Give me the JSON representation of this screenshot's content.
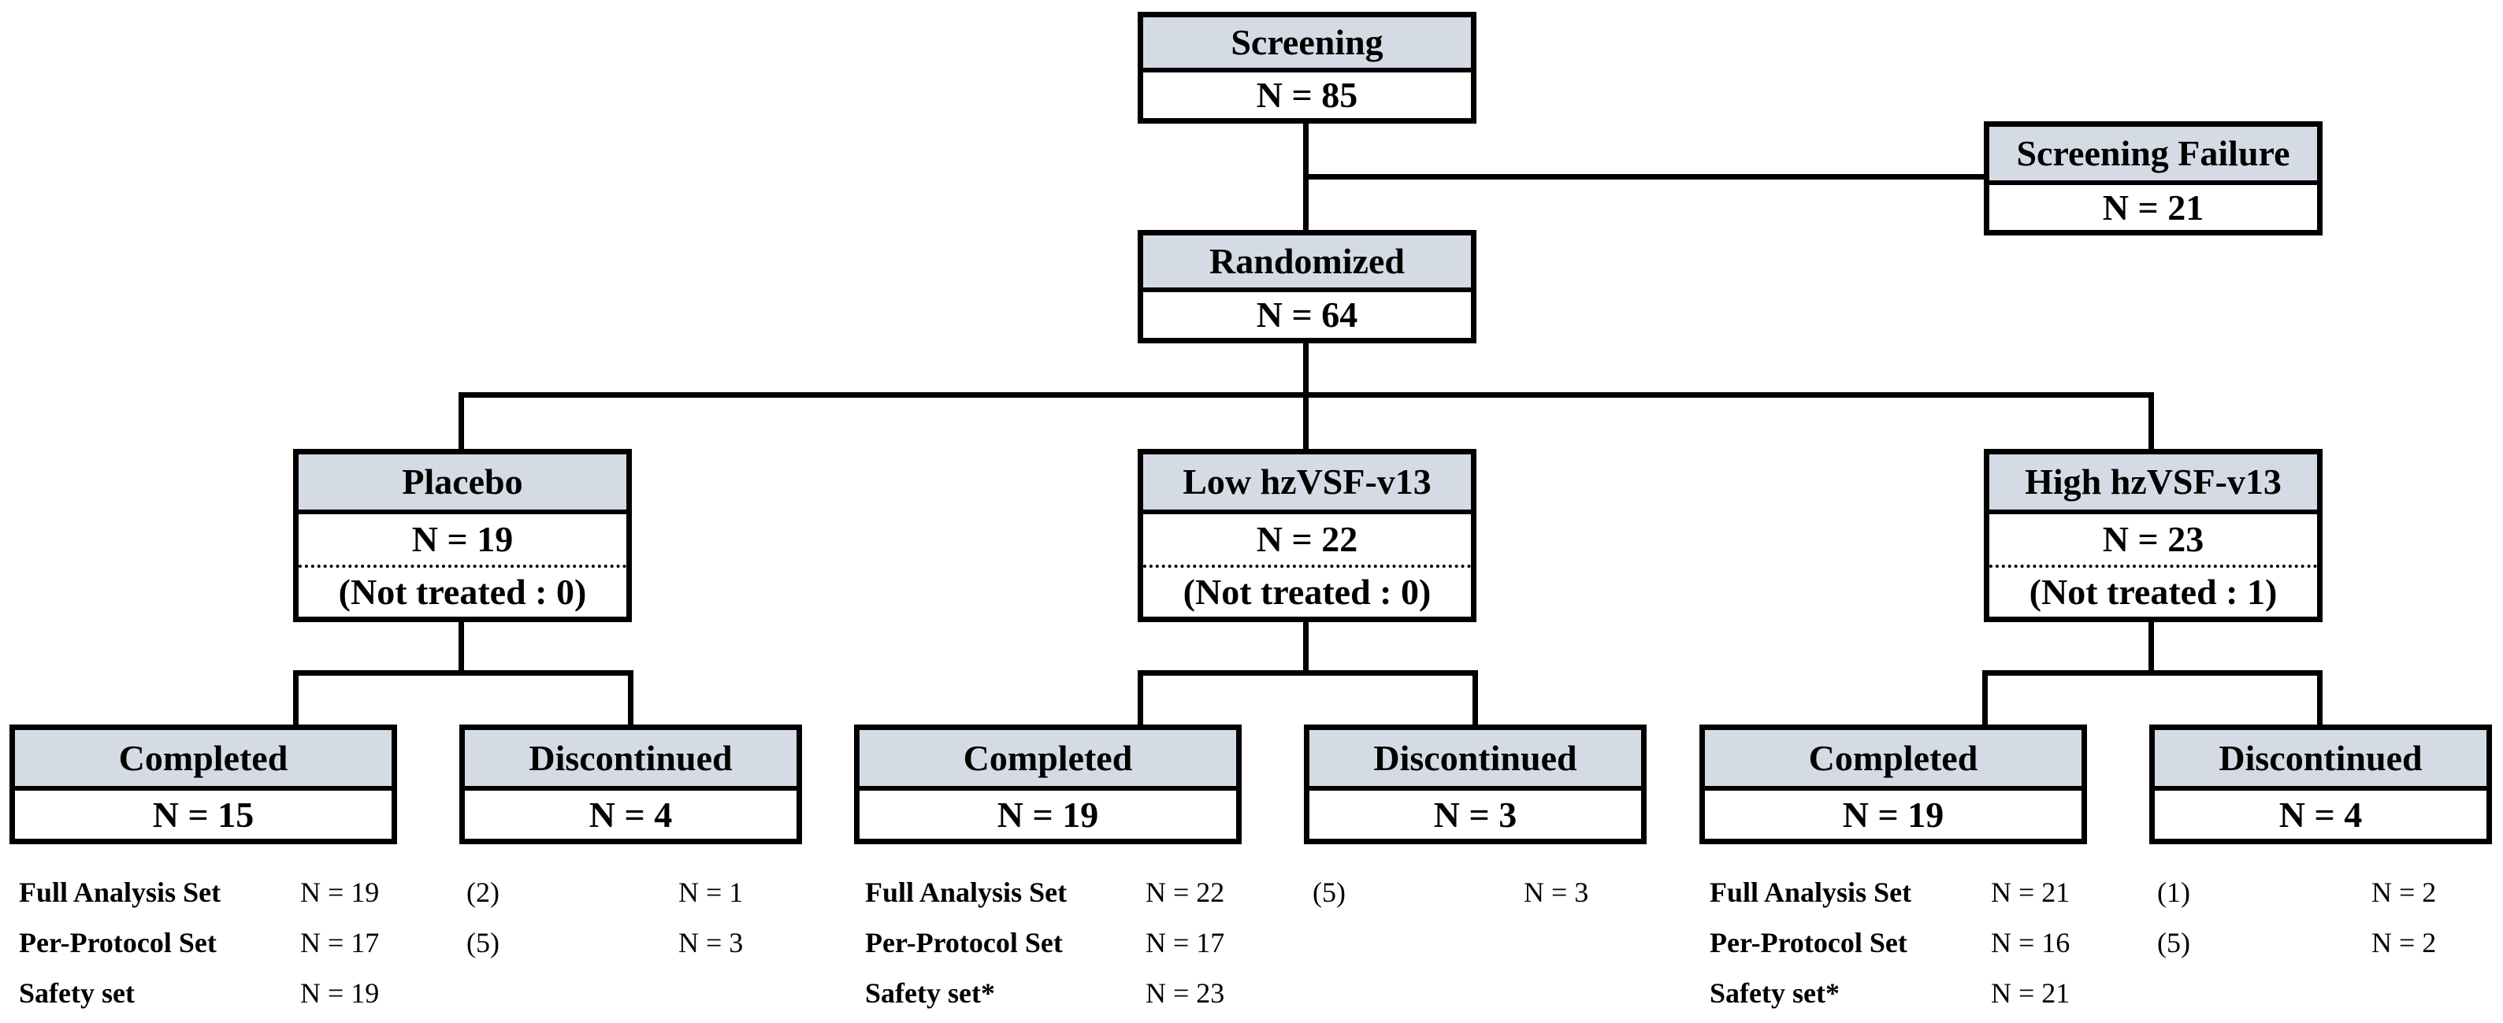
{
  "screening": {
    "title": "Screening",
    "n": "N = 85"
  },
  "screening_failure": {
    "title": "Screening Failure",
    "n": "N = 21"
  },
  "randomized": {
    "title": "Randomized",
    "n": "N = 64"
  },
  "arms": [
    {
      "title": "Placebo",
      "n": "N = 19",
      "not_treated": "(Not treated : 0)",
      "completed": {
        "title": "Completed",
        "n": "N = 15"
      },
      "discontinued": {
        "title": "Discontinued",
        "n": "N = 4"
      },
      "sets": [
        {
          "label": "Full Analysis Set",
          "n": "N = 19"
        },
        {
          "label": "Per-Protocol Set",
          "n": "N = 17"
        },
        {
          "label": "Safety set",
          "n": "N = 19"
        }
      ],
      "reasons": [
        {
          "code": "(2)",
          "n": "N = 1"
        },
        {
          "code": "(5)",
          "n": "N = 3"
        }
      ]
    },
    {
      "title": "Low hzVSF-v13",
      "n": "N = 22",
      "not_treated": "(Not treated : 0)",
      "completed": {
        "title": "Completed",
        "n": "N = 19"
      },
      "discontinued": {
        "title": "Discontinued",
        "n": "N = 3"
      },
      "sets": [
        {
          "label": "Full Analysis Set",
          "n": "N = 22"
        },
        {
          "label": "Per-Protocol Set",
          "n": "N = 17"
        },
        {
          "label": "Safety set*",
          "n": "N = 23"
        }
      ],
      "reasons": [
        {
          "code": "(5)",
          "n": "N = 3"
        }
      ]
    },
    {
      "title": "High hzVSF-v13",
      "n": "N = 23",
      "not_treated": "(Not treated : 1)",
      "completed": {
        "title": "Completed",
        "n": "N = 19"
      },
      "discontinued": {
        "title": "Discontinued",
        "n": "N = 4"
      },
      "sets": [
        {
          "label": "Full Analysis Set",
          "n": "N = 21"
        },
        {
          "label": "Per-Protocol Set",
          "n": "N = 16"
        },
        {
          "label": "Safety set*",
          "n": "N = 21"
        }
      ],
      "reasons": [
        {
          "code": "(1)",
          "n": "N = 2"
        },
        {
          "code": "(5)",
          "n": "N = 2"
        }
      ]
    }
  ]
}
